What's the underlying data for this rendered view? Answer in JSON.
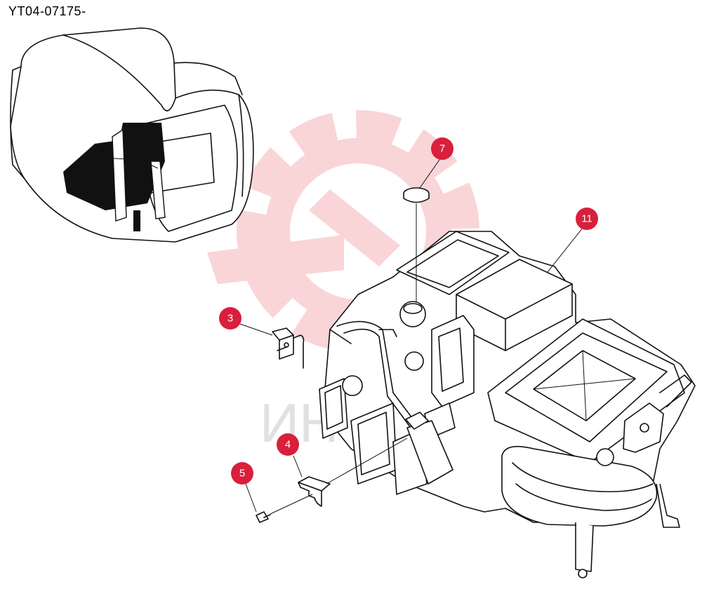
{
  "diagram": {
    "code": "YT04-07175-",
    "watermark_text": "ИНТЕХ",
    "colors": {
      "callout": "#d81f3c",
      "watermark": "#f2a3a8",
      "line": "#111111"
    },
    "callouts": [
      {
        "id": "callout-7",
        "label": "7"
      },
      {
        "id": "callout-11",
        "label": "11"
      },
      {
        "id": "callout-3",
        "label": "3"
      },
      {
        "id": "callout-4",
        "label": "4"
      },
      {
        "id": "callout-5",
        "label": "5"
      }
    ]
  }
}
